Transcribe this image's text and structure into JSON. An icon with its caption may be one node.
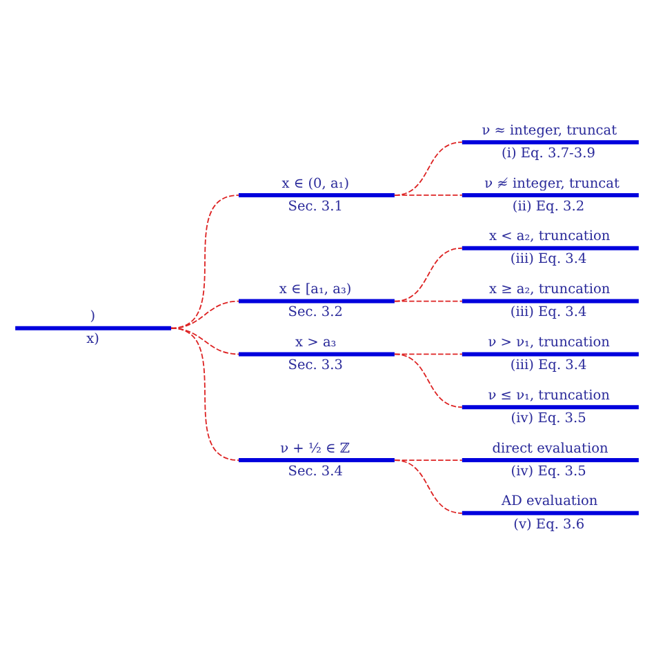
{
  "diagram": {
    "nodes": [
      {
        "text": [
          ")",
          "x)"
        ]
      },
      {
        "text": [
          "x ∈ (0, a₁)",
          "Sec. 3.1"
        ]
      },
      {
        "text": [
          "x ∈ [a₁, a₃)",
          "Sec. 3.2"
        ]
      },
      {
        "text": [
          "x > a₃",
          "Sec. 3.3"
        ]
      },
      {
        "text": [
          "ν + ½ ∈ ℤ",
          "Sec. 3.4"
        ]
      },
      {
        "text": [
          "ν ≈ integer, truncat",
          "(i) Eq. 3.7-3.9"
        ]
      },
      {
        "text": [
          "ν ≉ integer, truncat",
          "(ii) Eq. 3.2"
        ]
      },
      {
        "text": [
          "x < a₂, truncation",
          "(iii) Eq. 3.4"
        ]
      },
      {
        "text": [
          "x ≥ a₂, truncation",
          "(iii) Eq. 3.4"
        ]
      },
      {
        "text": [
          "ν > ν₁, truncation",
          "(iii) Eq. 3.4"
        ]
      },
      {
        "text": [
          "ν ≤ ν₁, truncation",
          "(iv) Eq. 3.5"
        ]
      },
      {
        "text": [
          "direct evaluation",
          "(iv) Eq. 3.5"
        ]
      },
      {
        "text": [
          "AD evaluation",
          "(v) Eq. 3.6"
        ]
      }
    ],
    "edges": [
      {
        "from": 0,
        "to": 1,
        "arrow": "none",
        "style": "dashed"
      },
      {
        "from": 0,
        "to": 2,
        "arrow": "none",
        "style": "dashed"
      },
      {
        "from": 0,
        "to": 3,
        "arrow": "none",
        "style": "dashed"
      },
      {
        "from": 0,
        "to": 4,
        "arrow": "none",
        "style": "dashed"
      },
      {
        "from": 1,
        "to": 5,
        "arrow": "none",
        "style": "dashed"
      },
      {
        "from": 1,
        "to": 6,
        "arrow": "none",
        "style": "dashed"
      },
      {
        "from": 2,
        "to": 7,
        "arrow": "none",
        "style": "dashed"
      },
      {
        "from": 2,
        "to": 8,
        "arrow": "none",
        "style": "dashed"
      },
      {
        "from": 3,
        "to": 9,
        "arrow": "none",
        "style": "dashed"
      },
      {
        "from": 3,
        "to": 10,
        "arrow": "none",
        "style": "dashed"
      },
      {
        "from": 4,
        "to": 11,
        "arrow": "none",
        "style": "dashed"
      },
      {
        "from": 4,
        "to": 12,
        "arrow": "none",
        "style": "dashed"
      }
    ]
  }
}
